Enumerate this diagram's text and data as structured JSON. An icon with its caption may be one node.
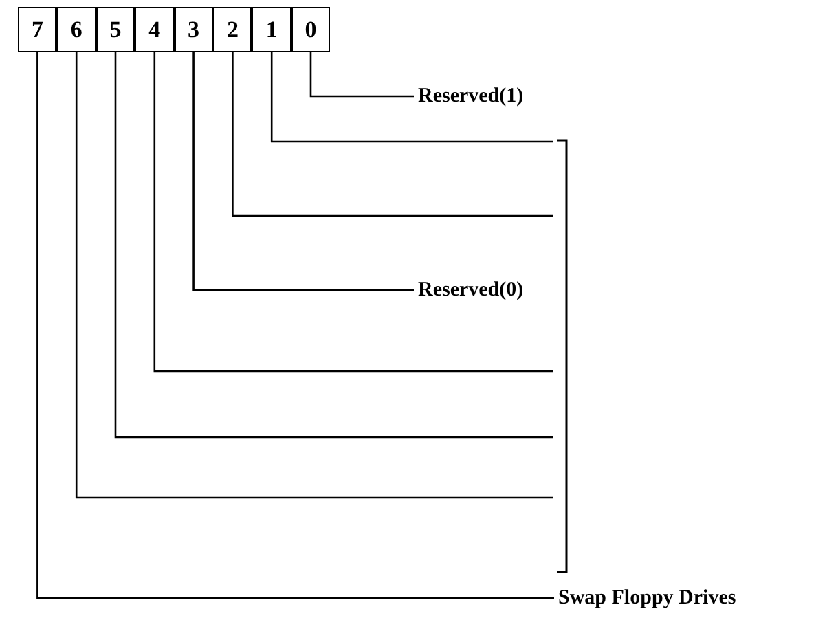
{
  "diagram": {
    "nodes": [
      {
        "text": [
          "7"
        ]
      },
      {
        "text": [
          "6"
        ]
      },
      {
        "text": [
          "5"
        ]
      },
      {
        "text": [
          "4"
        ]
      },
      {
        "text": [
          "3"
        ]
      },
      {
        "text": [
          "2"
        ]
      },
      {
        "text": [
          "1"
        ]
      },
      {
        "text": [
          "0"
        ]
      },
      {
        "text": [
          "Reserved(1)"
        ]
      },
      {
        "text": [],
        "shape": "bracket"
      },
      {
        "text": [
          "Reserved(0)"
        ]
      },
      {
        "text": [
          "Swap Floppy Drives"
        ]
      }
    ],
    "edges": [
      {
        "from": 7,
        "to": 8,
        "arrow": "none"
      },
      {
        "from": 6,
        "to": 9,
        "arrow": "none"
      },
      {
        "from": 5,
        "to": 9,
        "arrow": "none"
      },
      {
        "from": 4,
        "to": 10,
        "arrow": "none"
      },
      {
        "from": 3,
        "to": 9,
        "arrow": "none"
      },
      {
        "from": 2,
        "to": 9,
        "arrow": "none"
      },
      {
        "from": 1,
        "to": 9,
        "arrow": "none"
      },
      {
        "from": 0,
        "to": 11,
        "arrow": "none"
      }
    ]
  }
}
